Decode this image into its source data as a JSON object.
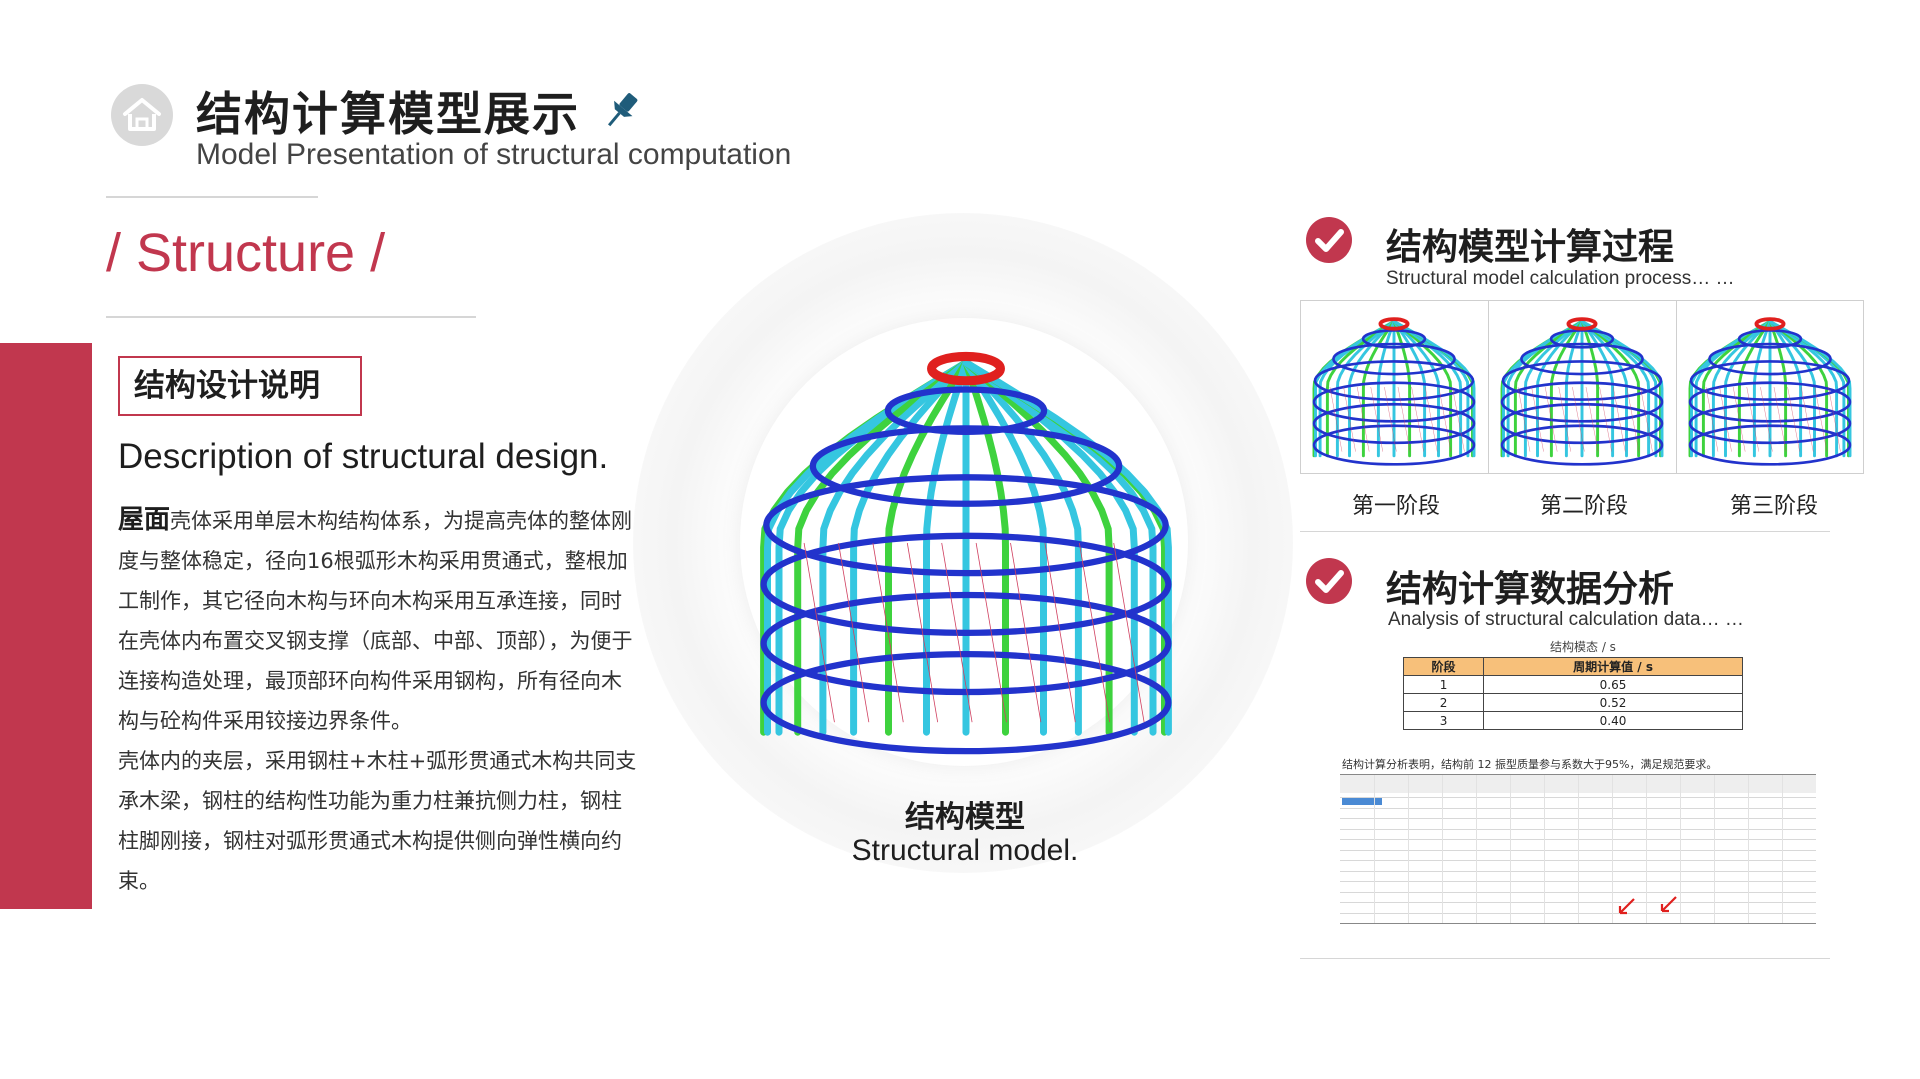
{
  "header": {
    "title": "结构计算模型展示",
    "subtitle": "Model Presentation of structural computation"
  },
  "left": {
    "section_word": "/ Structure  /",
    "box_title": "结构设计说明",
    "desc_en": "Description of structural design.",
    "para1_lead": "屋面",
    "para1_text": "壳体采用单层木构结构体系，为提高壳体的整体刚度与整体稳定，径向16根弧形木构采用贯通式，整根加工制作，其它径向木构与环向木构采用互承连接，同时在壳体内布置交叉钢支撑（底部、中部、顶部），为便于连接构造处理，最顶部环向构件采用钢构，所有径向木构与砼构件采用铰接边界条件。",
    "para2_text": "壳体内的夹层，采用钢柱+木柱+弧形贯通式木构共同支承木梁，钢柱的结构性功能为重力柱兼抗侧力柱，钢柱柱脚刚接，钢柱对弧形贯通式木构提供侧向弹性横向约束。"
  },
  "center": {
    "model_cn": "结构模型",
    "model_en": "Structural model."
  },
  "right": {
    "section1_title": "结构模型计算过程",
    "section1_sub": "Structural model calculation process… …",
    "stages": [
      "第一阶段",
      "第二阶段",
      "第三阶段"
    ],
    "section2_title": "结构计算数据分析",
    "section2_sub": "Analysis of structural calculation data… …",
    "period_table": {
      "caption": "结构模态 / s",
      "headers": [
        "阶段",
        "周期计算值    / s"
      ],
      "rows": [
        [
          "1",
          "0.65"
        ],
        [
          "2",
          "0.52"
        ],
        [
          "3",
          "0.40"
        ]
      ]
    },
    "result_note": "结构计算分析表明，结构前 12 振型质量参与系数大于95%，满足规范要求。"
  },
  "colors": {
    "accent": "#c1374e",
    "dome_blue": "#2233cc",
    "dome_cyan": "#35c6e0",
    "dome_green": "#3ed23e",
    "dome_red": "#e0201e",
    "table_header": "#f7c07a"
  },
  "icons": [
    "home-icon",
    "pushpin-icon",
    "check-circle-icon"
  ]
}
